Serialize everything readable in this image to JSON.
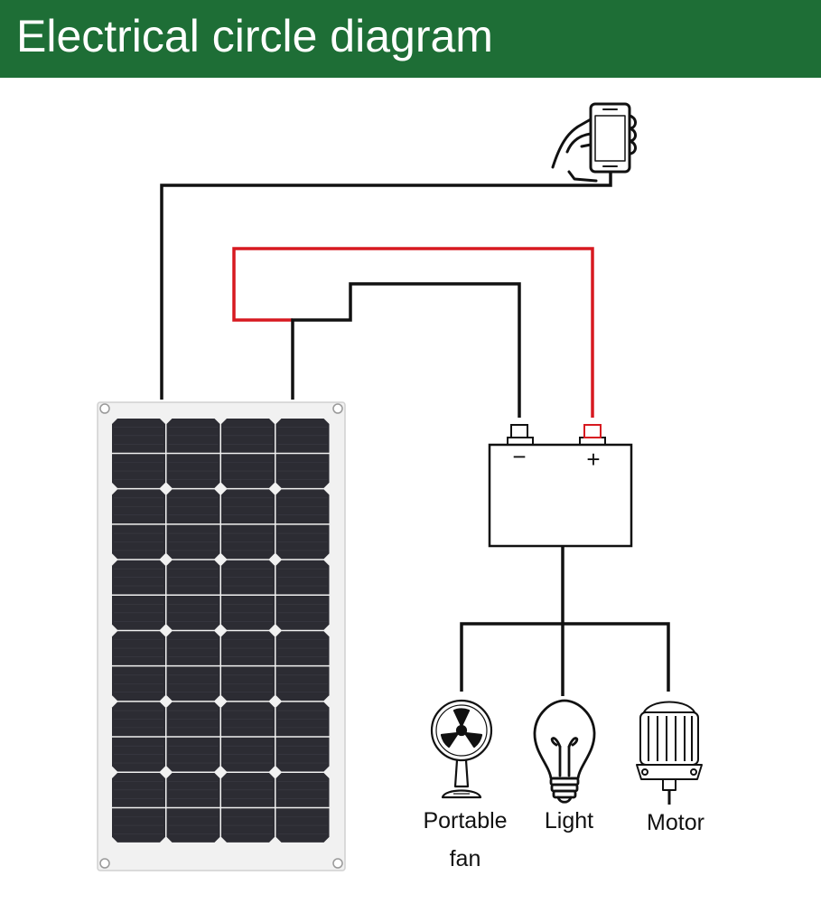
{
  "header": {
    "title": "Electrical circle diagram"
  },
  "battery": {
    "minus": "−",
    "plus": "+"
  },
  "loads": [
    {
      "id": "fan",
      "label_line1": "Portable",
      "label_line2": "fan",
      "icon": "fan-icon"
    },
    {
      "id": "light",
      "label": "Light",
      "icon": "lightbulb-icon"
    },
    {
      "id": "motor",
      "label": "Motor",
      "icon": "motor-icon"
    }
  ],
  "devices": {
    "phone_icon": "smartphone-in-hand-icon",
    "panel": "solar-panel"
  },
  "colors": {
    "header_bg": "#1e6e36",
    "header_text": "#ffffff",
    "wire_black": "#111111",
    "wire_red": "#d71920",
    "panel_frame": "#f2f2f2",
    "panel_cell": "#2c2c33"
  }
}
